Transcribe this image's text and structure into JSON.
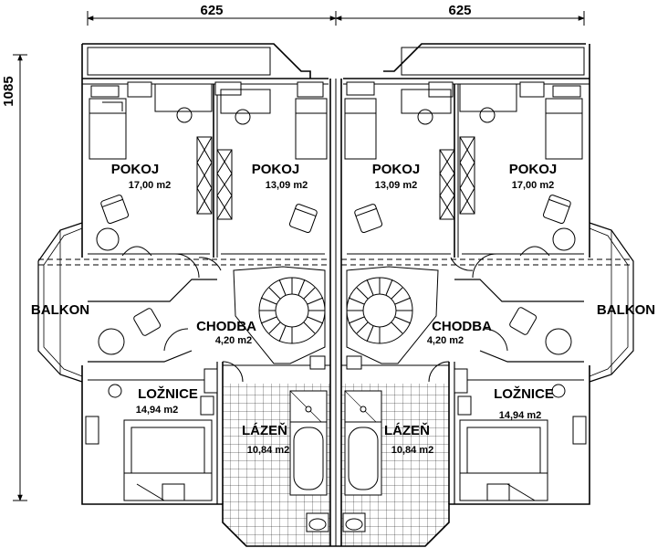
{
  "dimensions": {
    "width_left": "625",
    "width_right": "625",
    "height": "1085"
  },
  "rooms": {
    "left": {
      "pokoj_outer": {
        "name": "POKOJ",
        "area": "17,00 m2"
      },
      "pokoj_inner": {
        "name": "POKOJ",
        "area": "13,09 m2"
      },
      "balkon": {
        "name": "BALKON"
      },
      "chodba": {
        "name": "CHODBA",
        "area": "4,20 m2"
      },
      "loznice": {
        "name": "LOŽNICE",
        "area": "14,94 m2"
      },
      "lazen": {
        "name": "LÁZEŇ",
        "area": "10,84 m2"
      }
    },
    "right": {
      "pokoj_inner": {
        "name": "POKOJ",
        "area": "13,09 m2"
      },
      "pokoj_outer": {
        "name": "POKOJ",
        "area": "17,00 m2"
      },
      "balkon": {
        "name": "BALKON"
      },
      "chodba": {
        "name": "CHODBA",
        "area": "4,20 m2"
      },
      "loznice": {
        "name": "LOŽNICE",
        "area": "14,94 m2"
      },
      "lazen": {
        "name": "LÁZEŇ",
        "area": "10,84 m2"
      }
    }
  },
  "colors": {
    "line": "#000000",
    "background": "#ffffff"
  }
}
